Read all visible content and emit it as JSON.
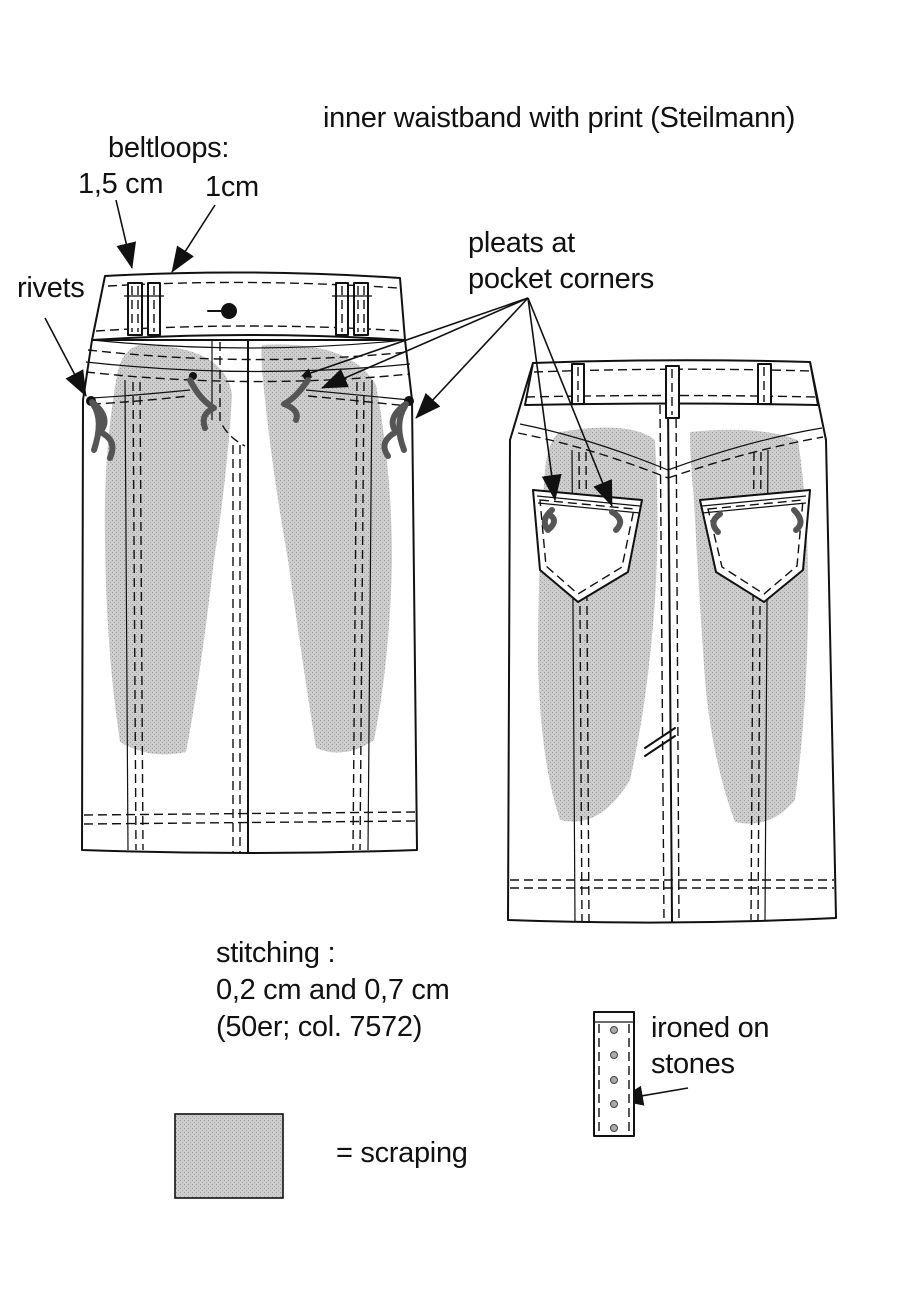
{
  "labels": {
    "inner_waistband": "inner waistband with print (Steilmann)",
    "beltloops_title": "beltloops:",
    "beltloop_wide": "1,5 cm",
    "beltloop_narrow": "1cm",
    "rivets": "rivets",
    "pleats_line1": "pleats at",
    "pleats_line2": "pocket corners",
    "stitching_line1": "stitching :",
    "stitching_line2": "0,2 cm and 0,7 cm",
    "stitching_line3": "(50er; col. 7572)",
    "ironed_line1": "ironed on",
    "ironed_line2": "stones",
    "scraping_legend": "= scraping"
  },
  "colors": {
    "line": "#111111",
    "scraping": "#c8c8c8",
    "pleat_marks": "#555555",
    "background": "#ffffff"
  }
}
